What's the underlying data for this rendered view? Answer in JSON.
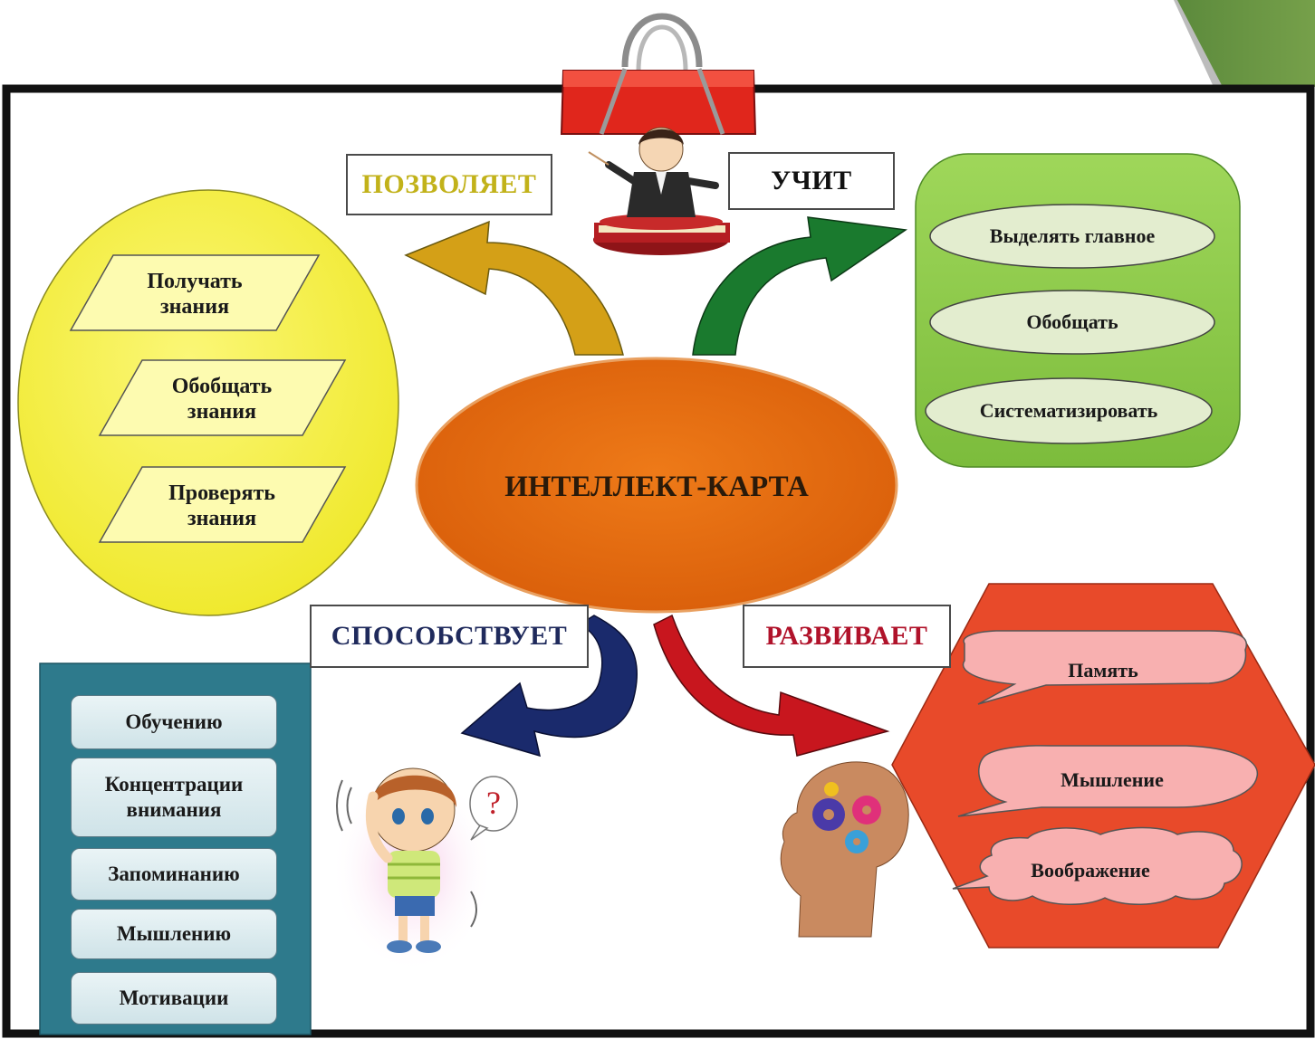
{
  "center": {
    "label": "ИНТЕЛЛЕКТ-КАРТА",
    "color": "#e06a10"
  },
  "branches": {
    "allows": {
      "label": "ПОЗВОЛЯЕТ",
      "label_color": "#c2b21a",
      "arrow_color": "#d4a017",
      "container_color": "#f5f03a",
      "items": [
        "Получать\nзнания",
        "Обобщать\nзнания",
        "Проверять\nзнания"
      ]
    },
    "teaches": {
      "label": "УЧИТ",
      "label_color": "#111111",
      "arrow_color": "#1a7a2e",
      "container_color": "#8fcc4a",
      "items": [
        "Выделять главное",
        "Обобщать",
        "Систематизировать"
      ]
    },
    "promotes": {
      "label": "СПОСОБСТВУЕТ",
      "label_color": "#1f2a5c",
      "arrow_color": "#1a2a6c",
      "container_color": "#2e7a8c",
      "items": [
        "Обучению",
        "Концентрации\nвнимания",
        "Запоминанию",
        "Мышлению",
        "Мотивации"
      ]
    },
    "develops": {
      "label": "РАЗВИВАЕТ",
      "label_color": "#b0122a",
      "arrow_color": "#c8161e",
      "container_color": "#e84a2a",
      "items": [
        "Память",
        "Мышление",
        "Воображение"
      ]
    }
  },
  "illustrations": {
    "teacher": "teacher-icon",
    "child": "child-icon",
    "head": "head-with-gears-icon",
    "clip": "binder-clip-icon",
    "question": "?"
  }
}
